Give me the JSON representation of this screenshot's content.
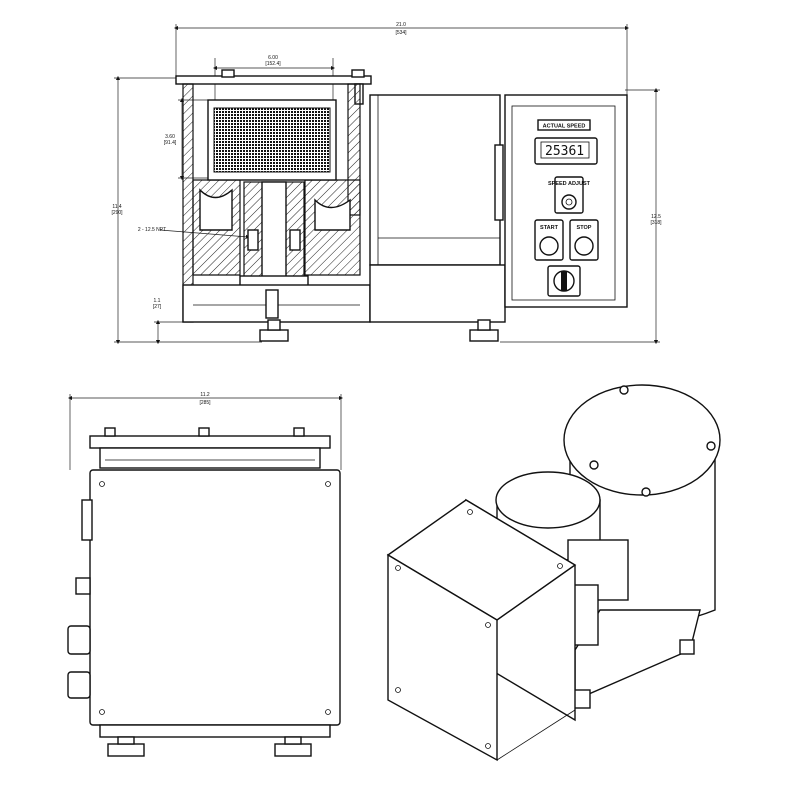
{
  "dimensions": {
    "overall_width": {
      "value": "21.0",
      "mm": "[534]"
    },
    "filter_width": {
      "value": "6.00",
      "mm": "[152.4]"
    },
    "filter_height": {
      "value": "3.60",
      "mm": "[91.4]"
    },
    "overall_height": {
      "value": "11.4",
      "mm": "[290]"
    },
    "panel_height": {
      "value": "12.5",
      "mm": "[318]"
    },
    "base_clearance": {
      "value": "1.1",
      "mm": "[27]"
    },
    "port_callout": "2 - 12.5 NPT",
    "side_width": {
      "value": "11.2",
      "mm": "[285]"
    }
  },
  "control_panel": {
    "display_title": "ACTUAL SPEED",
    "display_value": "25361",
    "speed_adjust_label": "SPEED ADJUST",
    "start_label": "START",
    "stop_label": "STOP"
  }
}
